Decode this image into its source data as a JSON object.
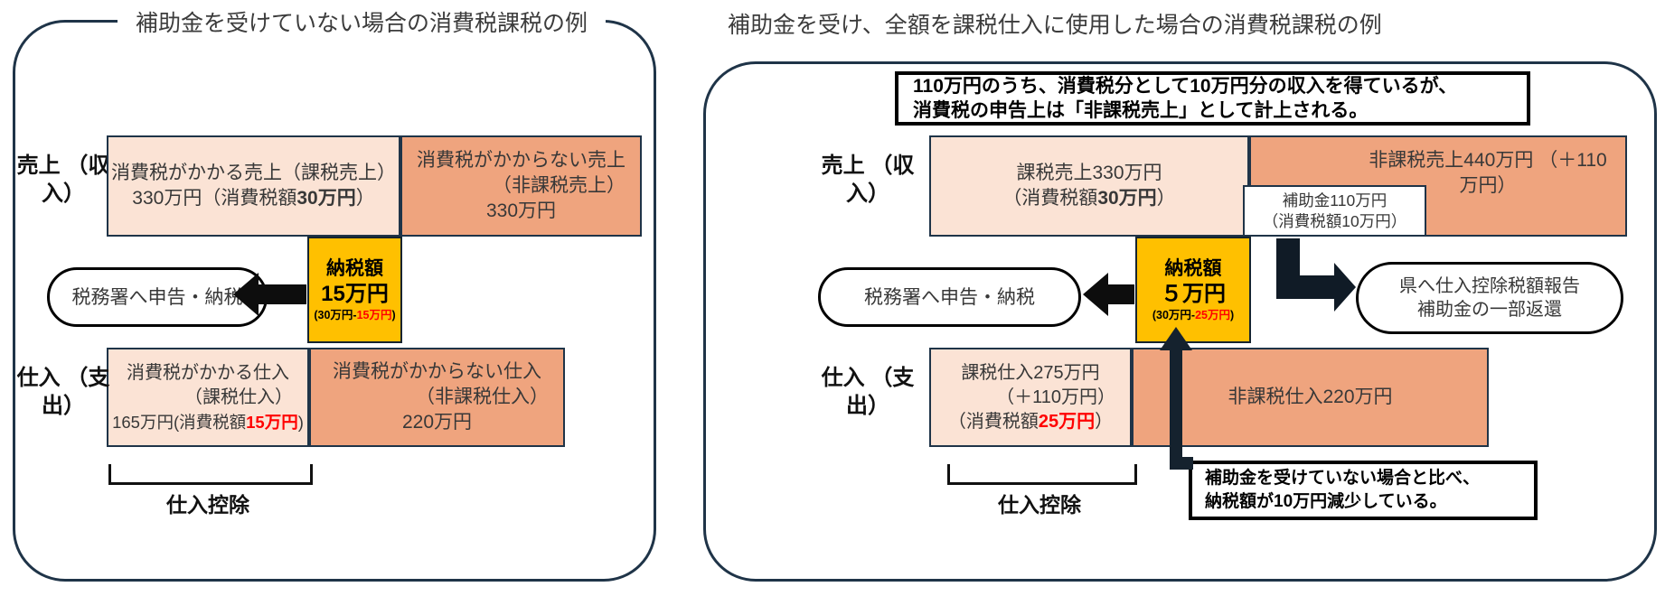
{
  "colors": {
    "taxable_fill": "#fbe3d5",
    "nontaxable_fill": "#efa47e",
    "tax_amount_fill": "#ffc000",
    "panel_border": "#1f3448",
    "highlight_red": "#ff0000",
    "arrow_black": "#0d0d0d"
  },
  "left_panel": {
    "title": "補助金を受けていない場合の消費税課税の例",
    "sales_label_l1": "売上",
    "sales_label_l2": "（収入）",
    "purchase_label_l1": "仕入",
    "purchase_label_l2": "（支出）",
    "taxable_sales": {
      "l1": "消費税がかかる売上（課税売上）",
      "l2_pre": "330万円（消費税額",
      "l2_bold": "30万円",
      "l2_suf": "）"
    },
    "nontaxable_sales": {
      "l1": "消費税がかからない売上",
      "l2": "（非課税売上）",
      "l3": "330万円"
    },
    "tax_box": {
      "l1": "納税額",
      "l2": "15万円",
      "l3_pre": "(30万円-",
      "l3_red": "15万円",
      "l3_suf": ")"
    },
    "bubble": "税務署へ申告・納税",
    "taxable_purchase": {
      "l1": "消費税がかかる仕入",
      "l2": "（課税仕入）",
      "l3_pre": "165万円(消費税額",
      "l3_red": "15万円",
      "l3_suf": ")"
    },
    "nontaxable_purchase": {
      "l1": "消費税がかからない仕入",
      "l2": "（非課税仕入）",
      "l3": "220万円"
    },
    "bracket_label": "仕入控除"
  },
  "right_panel": {
    "title": "補助金を受け、全額を課税仕入に使用した場合の消費税課税の例",
    "callout_l1": "110万円のうち、消費税分として10万円分の収入を得ているが、",
    "callout_l2": "消費税の申告上は「非課税売上」として計上される。",
    "sales_label_l1": "売上",
    "sales_label_l2": "（収入）",
    "purchase_label_l1": "仕入",
    "purchase_label_l2": "（支出）",
    "taxable_sales": {
      "l1": "課税売上330万円",
      "l2_pre": "（消費税額",
      "l2_bold": "30万円",
      "l2_suf": "）"
    },
    "nontaxable_sales": {
      "l1": "非課税売上440万円",
      "l2": "（＋110万円）"
    },
    "subsidy_box": {
      "l1": "補助金110万円",
      "l2": "（消費税額10万円）"
    },
    "tax_box": {
      "l1": "納税額",
      "l2": "５万円",
      "l3_pre": "(30万円-",
      "l3_red": "25万円",
      "l3_suf": ")"
    },
    "bubble": "税務署へ申告・納税",
    "report_bubble_l1": "県へ仕入控除税額報告",
    "report_bubble_l2": "補助金の一部返還",
    "taxable_purchase": {
      "l1": "課税仕入275万円",
      "l2": "（＋110万円）",
      "l3_pre": "（消費税額",
      "l3_red": "25万円",
      "l3_suf": "）"
    },
    "nontaxable_purchase": "非課税仕入220万円",
    "bracket_label": "仕入控除",
    "note_l1": "補助金を受けていない場合と比べ、",
    "note_l2": "納税額が10万円減少している。"
  }
}
